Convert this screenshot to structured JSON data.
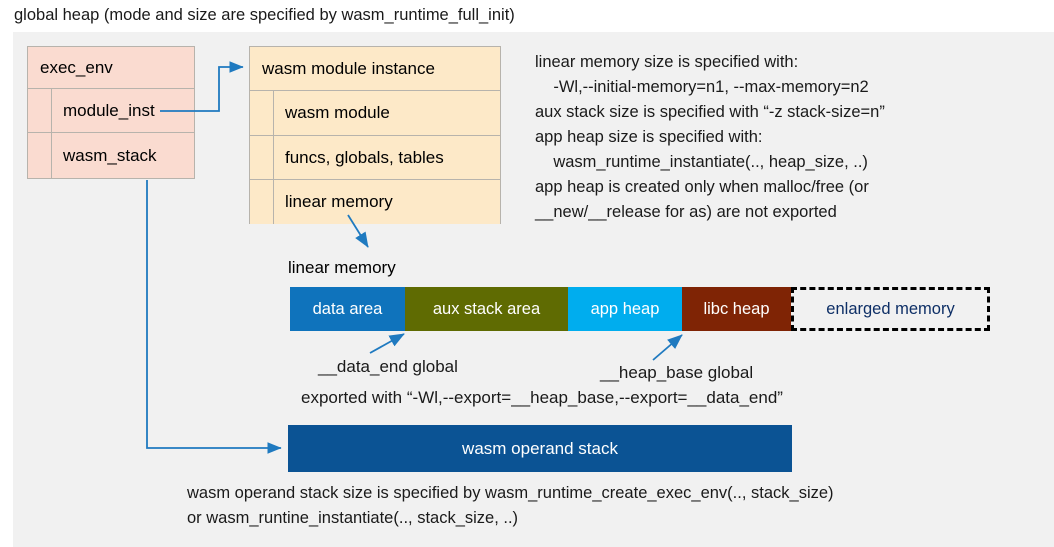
{
  "title": "global heap (mode and size are specified by wasm_runtime_full_init)",
  "colors": {
    "panel_background": "#f1f1f1",
    "exec_env_fill": "#fadbd0",
    "module_instance_fill": "#fde9c8",
    "box_border": "#b7b3ac",
    "arrow": "#1f7ac0",
    "data_area": "#0f73bc",
    "aux_stack_area": "#5f6b02",
    "app_heap": "#00adee",
    "libc_heap": "#7f2405",
    "enlarged_memory_text": "#0e2f66",
    "operand_stack": "#0b5394"
  },
  "exec_env_box": {
    "header": "exec_env",
    "fields": [
      {
        "label": "module_inst"
      },
      {
        "label": "wasm_stack"
      }
    ]
  },
  "module_instance_box": {
    "header": "wasm module instance",
    "fields": [
      {
        "label": "wasm module"
      },
      {
        "label": "funcs, globals, tables"
      },
      {
        "label": "linear memory"
      }
    ]
  },
  "notes": {
    "right_block": "linear memory size is specified with:\n    -Wl,--initial-memory=n1, --max-memory=n2\naux stack size is specified with “-z stack-size=n”\napp heap size is specified with:\n    wasm_runtime_instantiate(.., heap_size, ..)\napp heap is created only when malloc/free (or\n__new/__release for as) are not exported"
  },
  "linear_memory": {
    "caption": "linear memory",
    "segments": [
      {
        "label": "data area",
        "color": "#0f73bc",
        "width": 115,
        "style": "solid"
      },
      {
        "label": "aux stack area",
        "color": "#5f6b02",
        "width": 163,
        "style": "solid"
      },
      {
        "label": "app heap",
        "color": "#00adee",
        "width": 114,
        "style": "solid"
      },
      {
        "label": "libc heap",
        "color": "#7f2405",
        "width": 109,
        "style": "solid"
      },
      {
        "label": "enlarged memory",
        "color": "#f1f1f1",
        "width": 199,
        "style": "dashed"
      }
    ]
  },
  "annotations": {
    "data_end": "__data_end global",
    "heap_base": "__heap_base global",
    "exported": "exported with “-Wl,--export=__heap_base,--export=__data_end”"
  },
  "operand_stack": {
    "label": "wasm operand stack",
    "note": "wasm operand stack size is specified by wasm_runtime_create_exec_env(.., stack_size)\nor wasm_runtine_instantiate(.., stack_size, ..)"
  }
}
